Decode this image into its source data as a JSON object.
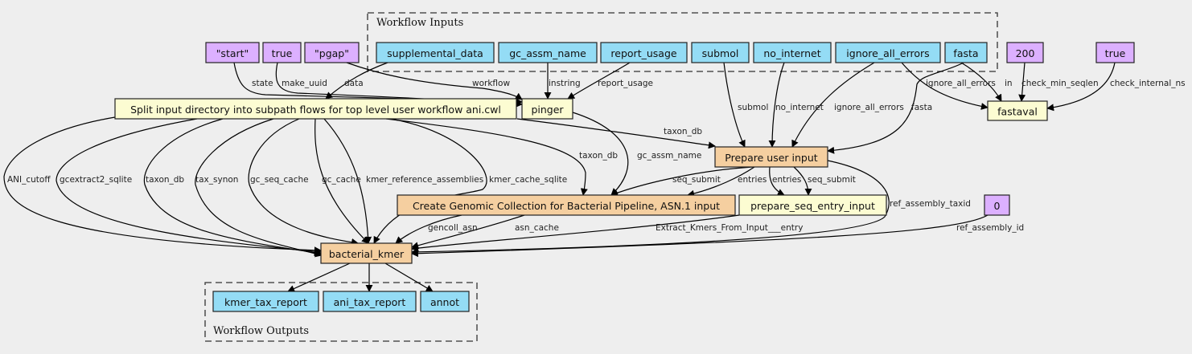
{
  "colors": {
    "input": "#94dcf5",
    "constant": "#dcb0ff",
    "step": "#fcfcd2",
    "subworkflow": "#f5cfa0",
    "background": "#eeeeee"
  },
  "clusters": {
    "inputs_label": "Workflow Inputs",
    "outputs_label": "Workflow Outputs"
  },
  "nodes": {
    "c_start": {
      "label": "\"start\"",
      "kind": "constant"
    },
    "c_true1": {
      "label": "true",
      "kind": "constant"
    },
    "c_pgap": {
      "label": "\"pgap\"",
      "kind": "constant"
    },
    "in_supplemental_data": {
      "label": "supplemental_data",
      "kind": "input"
    },
    "in_gc_assm_name": {
      "label": "gc_assm_name",
      "kind": "input"
    },
    "in_report_usage": {
      "label": "report_usage",
      "kind": "input"
    },
    "in_submol": {
      "label": "submol",
      "kind": "input"
    },
    "in_no_internet": {
      "label": "no_internet",
      "kind": "input"
    },
    "in_ignore_all_errors": {
      "label": "ignore_all_errors",
      "kind": "input"
    },
    "in_fasta": {
      "label": "fasta",
      "kind": "input"
    },
    "c_200": {
      "label": "200",
      "kind": "constant"
    },
    "c_true2": {
      "label": "true",
      "kind": "constant"
    },
    "split": {
      "label": "Split input directory into subpath flows for top level user workflow ani.cwl",
      "kind": "step"
    },
    "pinger": {
      "label": "pinger",
      "kind": "step"
    },
    "fastaval": {
      "label": "fastaval",
      "kind": "step"
    },
    "prepare_user_input": {
      "label": "Prepare user input",
      "kind": "subworkflow"
    },
    "create_gencoll": {
      "label": "Create Genomic Collection for Bacterial Pipeline, ASN.1 input",
      "kind": "subworkflow"
    },
    "prepare_seq_entry_input": {
      "label": "prepare_seq_entry_input",
      "kind": "step"
    },
    "c_0": {
      "label": "0",
      "kind": "constant"
    },
    "bacterial_kmer": {
      "label": "bacterial_kmer",
      "kind": "subworkflow"
    },
    "out_kmer_tax_report": {
      "label": "kmer_tax_report",
      "kind": "input"
    },
    "out_ani_tax_report": {
      "label": "ani_tax_report",
      "kind": "input"
    },
    "out_annot": {
      "label": "annot",
      "kind": "input"
    }
  },
  "edges": [
    {
      "from": "c_start",
      "to": "pinger",
      "label": "state"
    },
    {
      "from": "c_true1",
      "to": "pinger",
      "label": "make_uuid"
    },
    {
      "from": "in_supplemental_data",
      "to": "split",
      "label": "data"
    },
    {
      "from": "c_pgap",
      "to": "pinger",
      "label": "workflow"
    },
    {
      "from": "in_gc_assm_name",
      "to": "pinger",
      "label": "instring"
    },
    {
      "from": "in_report_usage",
      "to": "pinger",
      "label": "report_usage"
    },
    {
      "from": "in_submol",
      "to": "prepare_user_input",
      "label": "submol"
    },
    {
      "from": "in_no_internet",
      "to": "prepare_user_input",
      "label": "no_internet"
    },
    {
      "from": "in_ignore_all_errors",
      "to": "prepare_user_input",
      "label": "ignore_all_errors"
    },
    {
      "from": "in_fasta",
      "to": "prepare_user_input",
      "label": "fasta"
    },
    {
      "from": "in_ignore_all_errors",
      "to": "fastaval",
      "label": "ignore_all_errors"
    },
    {
      "from": "in_fasta",
      "to": "fastaval",
      "label": "in"
    },
    {
      "from": "c_200",
      "to": "fastaval",
      "label": "check_min_seqlen"
    },
    {
      "from": "c_true2",
      "to": "fastaval",
      "label": "check_internal_ns"
    },
    {
      "from": "split",
      "to": "prepare_user_input",
      "label": "taxon_db"
    },
    {
      "from": "split",
      "to": "create_gencoll",
      "label": "taxon_db"
    },
    {
      "from": "pinger",
      "to": "create_gencoll",
      "label": "gc_assm_name"
    },
    {
      "from": "split",
      "to": "bacterial_kmer",
      "label": "ANI_cutoff"
    },
    {
      "from": "split",
      "to": "bacterial_kmer",
      "label": "gcextract2_sqlite"
    },
    {
      "from": "split",
      "to": "bacterial_kmer",
      "label": "taxon_db"
    },
    {
      "from": "split",
      "to": "bacterial_kmer",
      "label": "tax_synon"
    },
    {
      "from": "split",
      "to": "bacterial_kmer",
      "label": "gc_seq_cache"
    },
    {
      "from": "split",
      "to": "bacterial_kmer",
      "label": "gc_cache"
    },
    {
      "from": "split",
      "to": "bacterial_kmer",
      "label": "kmer_reference_assemblies"
    },
    {
      "from": "split",
      "to": "bacterial_kmer",
      "label": "kmer_cache_sqlite"
    },
    {
      "from": "prepare_user_input",
      "to": "create_gencoll",
      "label": "seq_submit"
    },
    {
      "from": "prepare_user_input",
      "to": "create_gencoll",
      "label": "entries"
    },
    {
      "from": "prepare_user_input",
      "to": "prepare_seq_entry_input",
      "label": "entries"
    },
    {
      "from": "prepare_user_input",
      "to": "prepare_seq_entry_input",
      "label": "seq_submit"
    },
    {
      "from": "prepare_user_input",
      "to": "bacterial_kmer",
      "label": "ref_assembly_taxid"
    },
    {
      "from": "create_gencoll",
      "to": "bacterial_kmer",
      "label": "gencoll_asn"
    },
    {
      "from": "create_gencoll",
      "to": "bacterial_kmer",
      "label": "asn_cache"
    },
    {
      "from": "prepare_seq_entry_input",
      "to": "bacterial_kmer",
      "label": "Extract_Kmers_From_Input___entry"
    },
    {
      "from": "c_0",
      "to": "bacterial_kmer",
      "label": "ref_assembly_id"
    },
    {
      "from": "bacterial_kmer",
      "to": "out_kmer_tax_report",
      "label": ""
    },
    {
      "from": "bacterial_kmer",
      "to": "out_ani_tax_report",
      "label": ""
    },
    {
      "from": "bacterial_kmer",
      "to": "out_annot",
      "label": ""
    }
  ]
}
